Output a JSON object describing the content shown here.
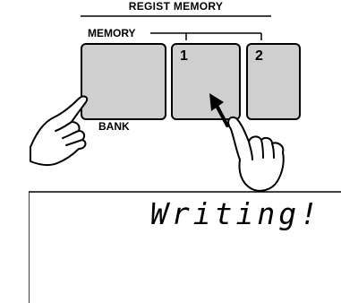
{
  "header": {
    "title": "REGIST MEMORY"
  },
  "memory_label": "MEMORY",
  "buttons": [
    {
      "id": "memory-bank",
      "number": "",
      "caption": "BANK"
    },
    {
      "id": "regist-1",
      "number": "1"
    },
    {
      "id": "regist-2",
      "number": "2"
    }
  ],
  "display": {
    "text": "Writing!"
  },
  "icons": [
    "hand-pressing-icon",
    "hand-pressing-icon",
    "press-arrow-icon"
  ],
  "colors": {
    "button_fill": "#cfcfcf",
    "line": "#000000",
    "background": "#ffffff"
  }
}
